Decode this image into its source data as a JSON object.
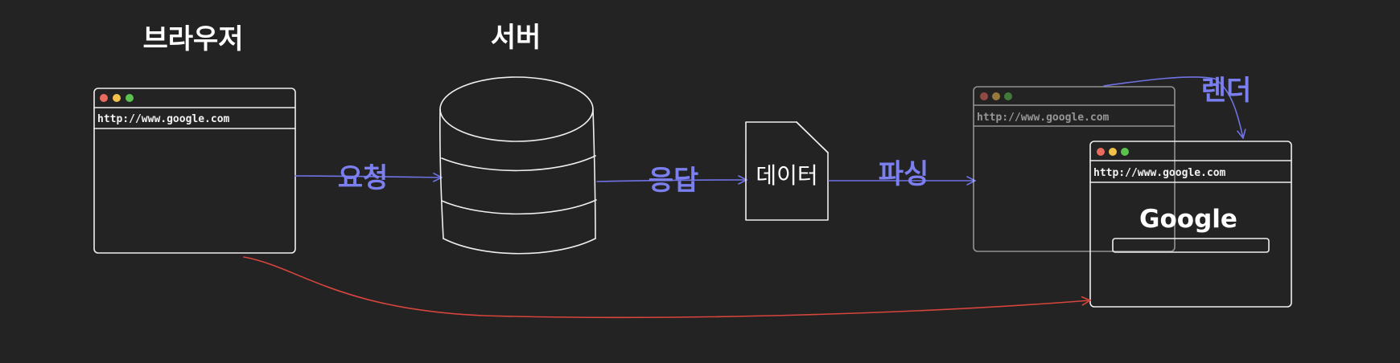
{
  "labels": {
    "browser": "브라우저",
    "server": "서버",
    "data": "데이터",
    "render": "렌더"
  },
  "edges": {
    "request": "요청",
    "response": "응답",
    "parse": "파싱"
  },
  "browser_window": {
    "url": "http://www.google.com"
  },
  "parsed_window": {
    "url": "http://www.google.com"
  },
  "rendered_window": {
    "url": "http://www.google.com",
    "brand": "Google"
  },
  "colors": {
    "background": "#232323",
    "stroke": "#eeeeee",
    "flow_arrow": "#6f73e6",
    "edge_label": "#7b7ff0",
    "direct_arrow": "#d8453c",
    "dot_red": "#ea6b5e",
    "dot_yellow": "#f3c14b",
    "dot_green": "#5cc24e"
  }
}
